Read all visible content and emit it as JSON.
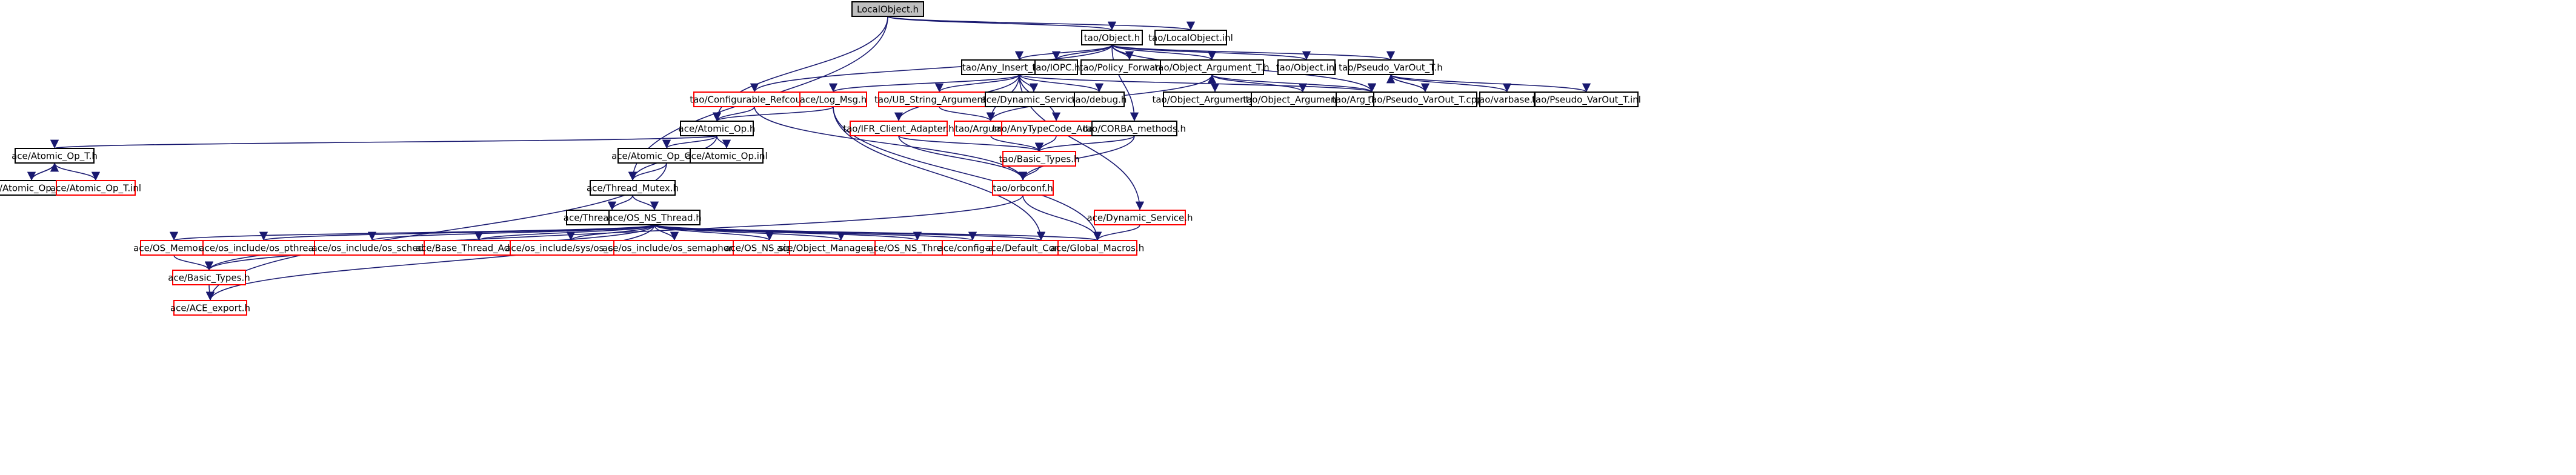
{
  "colors": {
    "edge": "#191970",
    "box_border": "#000000",
    "ext_border": "#ff0000",
    "root_fill": "#bfbfbf",
    "background": "#ffffff"
  },
  "nodes": [
    {
      "id": "n0",
      "label": "LocalObject.h",
      "root": true
    },
    {
      "id": "n1",
      "label": "tao/Object.h"
    },
    {
      "id": "n2",
      "label": "tao/LocalObject.inl"
    },
    {
      "id": "n3",
      "label": "tao/Any_Insert_Policy_T.h"
    },
    {
      "id": "n4",
      "label": "tao/IOPC.h"
    },
    {
      "id": "n5",
      "label": "tao/Policy_ForwardC.h"
    },
    {
      "id": "n6",
      "label": "tao/Object_Argument_T.h"
    },
    {
      "id": "n7",
      "label": "tao/Object.inl"
    },
    {
      "id": "n8",
      "label": "tao/Pseudo_VarOut_T.h"
    },
    {
      "id": "n9",
      "label": "tao/Configurable_Refcount.h",
      "ext": true
    },
    {
      "id": "n10",
      "label": "ace/Log_Msg.h",
      "ext": true
    },
    {
      "id": "n11",
      "label": "tao/UB_String_Argument_T.h",
      "ext": true
    },
    {
      "id": "n12",
      "label": "ace/Dynamic_Service.h"
    },
    {
      "id": "n13",
      "label": "tao/debug.h"
    },
    {
      "id": "n14",
      "label": "tao/Object_Argument_T.cpp"
    },
    {
      "id": "n15",
      "label": "tao/Object_Argument_T.inl"
    },
    {
      "id": "n16",
      "label": "tao/Arg_Traits_T.h"
    },
    {
      "id": "n17",
      "label": "tao/Pseudo_VarOut_T.cpp"
    },
    {
      "id": "n18",
      "label": "tao/varbase.h"
    },
    {
      "id": "n19",
      "label": "tao/Pseudo_VarOut_T.inl"
    },
    {
      "id": "n20",
      "label": "ace/Atomic_Op.h"
    },
    {
      "id": "n21",
      "label": "tao/IFR_Client_Adapter.h",
      "ext": true
    },
    {
      "id": "n22",
      "label": "tao/Argument.h",
      "ext": true
    },
    {
      "id": "n23",
      "label": "tao/AnyTypeCode_Adapter.h",
      "ext": true
    },
    {
      "id": "n24",
      "label": "tao/CORBA_methods.h"
    },
    {
      "id": "n25",
      "label": "ace/Atomic_Op_T.h"
    },
    {
      "id": "n26",
      "label": "ace/Atomic_Op_GCC_T.h"
    },
    {
      "id": "n27",
      "label": "ace/Atomic_Op.inl"
    },
    {
      "id": "n28",
      "label": "tao/Basic_Types.h",
      "ext": true
    },
    {
      "id": "n29",
      "label": "ace/Atomic_Op_T.cpp"
    },
    {
      "id": "n30",
      "label": "ace/Atomic_Op_T.inl",
      "ext": true
    },
    {
      "id": "n31",
      "label": "ace/Thread_Mutex.h"
    },
    {
      "id": "n32",
      "label": "tao/orbconf.h",
      "ext": true
    },
    {
      "id": "n33",
      "label": "ace/Thread_Mutex.inl"
    },
    {
      "id": "n34",
      "label": "ace/OS_NS_Thread.h"
    },
    {
      "id": "n35",
      "label": "ace/Dynamic_Service.h",
      "ext": true
    },
    {
      "id": "n36",
      "label": "ace/OS_Memory.h",
      "ext": true
    },
    {
      "id": "n37",
      "label": "ace/os_include/os_pthread.h",
      "ext": true
    },
    {
      "id": "n38",
      "label": "ace/os_include/os_sched.h",
      "ext": true
    },
    {
      "id": "n39",
      "label": "ace/Base_Thread_Adapter.h",
      "ext": true
    },
    {
      "id": "n40",
      "label": "ace/os_include/sys/os_sem.h",
      "ext": true
    },
    {
      "id": "n41",
      "label": "ace/os_include/os_semaphore.h",
      "ext": true
    },
    {
      "id": "n42",
      "label": "ace/OS_NS_signal.h",
      "ext": true
    },
    {
      "id": "n43",
      "label": "ace/Object_Manager_Base.h",
      "ext": true
    },
    {
      "id": "n44",
      "label": "ace/OS_NS_Thread.inl",
      "ext": true
    },
    {
      "id": "n45",
      "label": "ace/config-all.h",
      "ext": true
    },
    {
      "id": "n46",
      "label": "ace/Default_Constants.h",
      "ext": true
    },
    {
      "id": "n47",
      "label": "ace/Global_Macros.h",
      "ext": true
    },
    {
      "id": "n48",
      "label": "ace/Basic_Types.h",
      "ext": true
    },
    {
      "id": "n49",
      "label": "ace/ACE_export.h",
      "ext": true
    }
  ],
  "edges": [
    [
      "n0",
      "n1"
    ],
    [
      "n0",
      "n2"
    ],
    [
      "n0",
      "n20"
    ],
    [
      "n0",
      "n31"
    ],
    [
      "n1",
      "n3"
    ],
    [
      "n1",
      "n4"
    ],
    [
      "n1",
      "n5"
    ],
    [
      "n1",
      "n6"
    ],
    [
      "n1",
      "n7"
    ],
    [
      "n1",
      "n8"
    ],
    [
      "n1",
      "n9"
    ],
    [
      "n1",
      "n16"
    ],
    [
      "n1",
      "n24"
    ],
    [
      "n3",
      "n10"
    ],
    [
      "n3",
      "n11"
    ],
    [
      "n3",
      "n12"
    ],
    [
      "n3",
      "n13"
    ],
    [
      "n3",
      "n21"
    ],
    [
      "n3",
      "n22"
    ],
    [
      "n3",
      "n23"
    ],
    [
      "n3",
      "n16"
    ],
    [
      "n3",
      "n35"
    ],
    [
      "n6",
      "n14"
    ],
    [
      "n6",
      "n15"
    ],
    [
      "n6",
      "n16"
    ],
    [
      "n6",
      "n22"
    ],
    [
      "n14",
      "n6"
    ],
    [
      "n8",
      "n17"
    ],
    [
      "n8",
      "n18"
    ],
    [
      "n8",
      "n19"
    ],
    [
      "n17",
      "n8"
    ],
    [
      "n9",
      "n20"
    ],
    [
      "n9",
      "n32"
    ],
    [
      "n10",
      "n20"
    ],
    [
      "n10",
      "n46"
    ],
    [
      "n10",
      "n47"
    ],
    [
      "n11",
      "n22"
    ],
    [
      "n20",
      "n25"
    ],
    [
      "n20",
      "n26"
    ],
    [
      "n20",
      "n27"
    ],
    [
      "n20",
      "n31"
    ],
    [
      "n21",
      "n28"
    ],
    [
      "n21",
      "n32"
    ],
    [
      "n22",
      "n28"
    ],
    [
      "n23",
      "n28"
    ],
    [
      "n24",
      "n28"
    ],
    [
      "n24",
      "n32"
    ],
    [
      "n25",
      "n29"
    ],
    [
      "n25",
      "n30"
    ],
    [
      "n29",
      "n25"
    ],
    [
      "n26",
      "n31"
    ],
    [
      "n26",
      "n49"
    ],
    [
      "n28",
      "n32"
    ],
    [
      "n31",
      "n33"
    ],
    [
      "n31",
      "n34"
    ],
    [
      "n32",
      "n47"
    ],
    [
      "n32",
      "n48"
    ],
    [
      "n34",
      "n36"
    ],
    [
      "n34",
      "n37"
    ],
    [
      "n34",
      "n38"
    ],
    [
      "n34",
      "n39"
    ],
    [
      "n34",
      "n40"
    ],
    [
      "n34",
      "n41"
    ],
    [
      "n34",
      "n42"
    ],
    [
      "n34",
      "n43"
    ],
    [
      "n34",
      "n44"
    ],
    [
      "n34",
      "n45"
    ],
    [
      "n34",
      "n46"
    ],
    [
      "n34",
      "n47"
    ],
    [
      "n34",
      "n48"
    ],
    [
      "n34",
      "n49"
    ],
    [
      "n35",
      "n47"
    ],
    [
      "n36",
      "n48"
    ],
    [
      "n48",
      "n49"
    ]
  ]
}
